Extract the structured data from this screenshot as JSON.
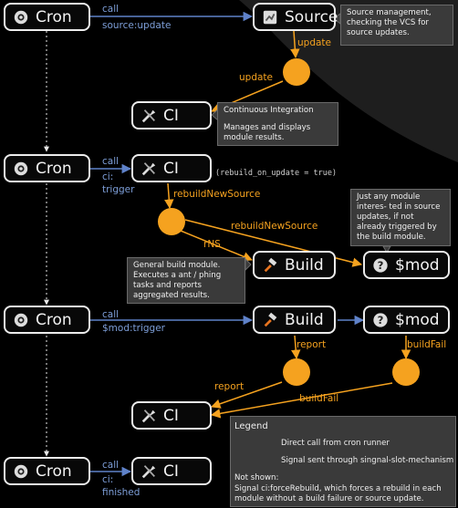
{
  "nodes": {
    "cron1": "Cron",
    "cron2": "Cron",
    "cron3": "Cron",
    "cron4": "Cron",
    "source": "Source",
    "ci1": "CI",
    "ci2": "CI",
    "ci3": "CI",
    "ci4": "CI",
    "build1": "Build",
    "build2": "Build",
    "mod1": "$mod",
    "mod2": "$mod"
  },
  "notes": {
    "source_mgmt": "Source management, checking the VCS for source updates.",
    "ci_title": "Continuous Integration",
    "ci_body": "Manages and displays module results.",
    "mod_note": "Just any module interes- ted in source updates, if not already triggered by the build module.",
    "build_note": "General build module. Executes a ant / phing tasks and reports aggregated results."
  },
  "edges": {
    "call1": "call",
    "call1_method": "source:update",
    "update1": "update",
    "update2": "update",
    "call2": "call",
    "call2_method_a": "ci:",
    "call2_method_b": "trigger",
    "rebuild_on_update": "(rebuild_on_update = true)",
    "rebuildNewSource1": "rebuildNewSource",
    "rebuildNewSource2": "rebuildNewSource",
    "rNS": "rNS",
    "call3": "call",
    "call3_method": "$mod:trigger",
    "report1": "report",
    "report2": "report",
    "buildFail1": "buildFail",
    "buildFail2": "buildFail",
    "call4": "call",
    "call4_method_a": "ci:",
    "call4_method_b": "finished"
  },
  "legend": {
    "title": "Legend",
    "direct": "Direct call from cron runner",
    "signal": "Signal sent through singnal-slot-mechanism",
    "not_shown": "Not shown:",
    "force_a": "Signal ci:forceRebuild, which forces a rebuild in each",
    "force_b": "module without a build failure or source update."
  },
  "colors": {
    "signal": "#f5a21f",
    "call": "#5f82c9",
    "box_border": "#ececec",
    "note_bg": "#3a3a3a"
  },
  "icons": {
    "cron": "gear-icon",
    "source": "document-icon",
    "ci": "tools-icon",
    "build": "hammer-icon",
    "mod": "help-icon"
  }
}
